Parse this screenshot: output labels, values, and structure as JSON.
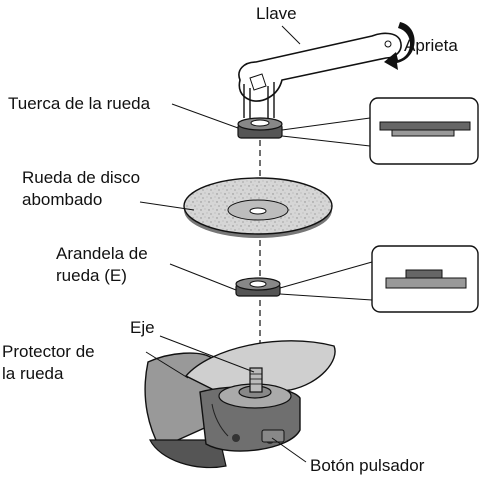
{
  "labels": {
    "wrench": "Llave",
    "tighten": "Aprieta",
    "wheel_nut": "Tuerca de la rueda",
    "wheel_line1": "Rueda de disco",
    "wheel_line2": "abombado",
    "washer_line1": "Arandela de",
    "washer_line2": "rueda (E)",
    "shaft": "Eje",
    "guard_line1": "Protector de",
    "guard_line2": "la rueda",
    "lock_button": "Botón pulsador"
  }
}
